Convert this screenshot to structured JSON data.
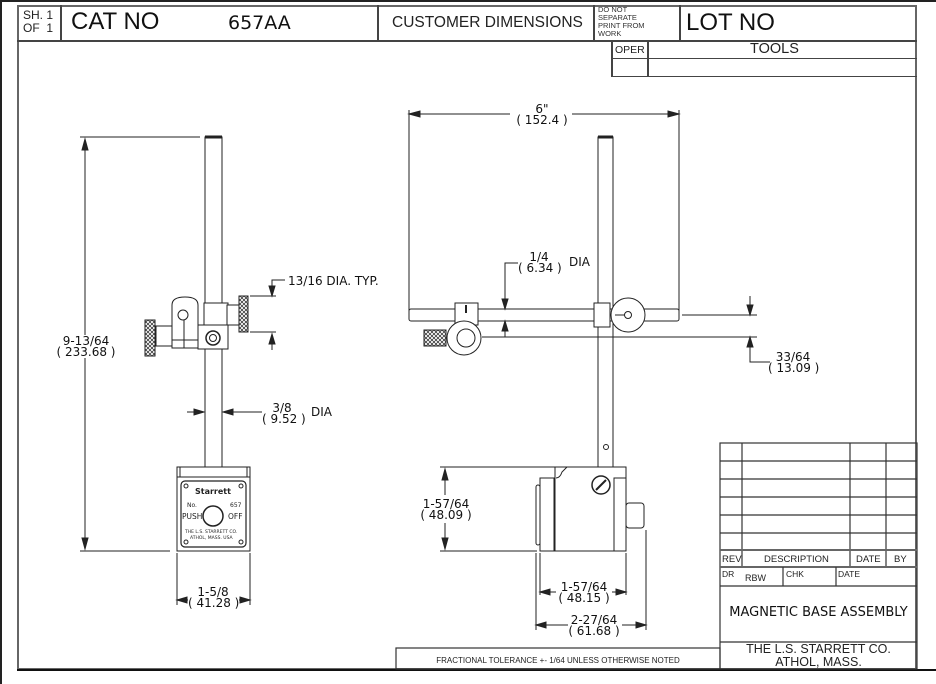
{
  "title_block_top": {
    "sheet_label": "SH.",
    "sheet_number": "1",
    "of_label": "OF",
    "sheet_total": "1",
    "cat_no_label": "CAT NO",
    "cat_no_value": "657AA",
    "customer_dimensions": "CUSTOMER DIMENSIONS",
    "do_not_separate": [
      "DO NOT",
      "SEPARATE",
      "PRINT FROM",
      "WORK"
    ],
    "lot_no_label": "LOT NO",
    "oper_label": "OPER",
    "tools_label": "TOOLS"
  },
  "front_view": {
    "overall_height": {
      "imperial": "9-13/64",
      "metric": "( 233.68 )"
    },
    "clamp_size": {
      "imperial": "13/16",
      "suffix": "DIA. TYP."
    },
    "rod_diameter": {
      "imperial": "3/8",
      "metric": "( 9.52 )",
      "suffix": "DIA"
    },
    "base_width": {
      "imperial": "1-5/8",
      "metric": "( 41.28 )"
    },
    "nameplate": {
      "brand": "Starrett",
      "no_label": "No.",
      "model": "657",
      "push_label": "PUSH",
      "off_label": "OFF",
      "maker": "THE L.S. STARRETT CO.",
      "location": "ATHOL, MASS. USA"
    }
  },
  "side_view": {
    "arm_length": {
      "imperial": "6\"",
      "metric": "( 152.4 )"
    },
    "arm_diameter": {
      "imperial": "1/4",
      "metric": "( 6.34 )",
      "suffix": "DIA"
    },
    "offset": {
      "imperial": "33/64",
      "metric": "( 13.09 )"
    },
    "base_height": {
      "imperial": "1-57/64",
      "metric": "( 48.09 )"
    },
    "base_length": {
      "imperial": "1-57/64",
      "metric": "( 48.15 )"
    },
    "overall_length": {
      "imperial": "2-27/64",
      "metric": "( 61.68 )"
    }
  },
  "revision_block": {
    "rows": 6,
    "headers": [
      "REV",
      "DESCRIPTION",
      "DATE",
      "BY"
    ],
    "dr_label": "DR",
    "dr_value": "RBW",
    "chk_label": "CHK",
    "date_label": "DATE",
    "drawing_title": "MAGNETIC BASE ASSEMBLY",
    "company": "THE L.S. STARRETT CO.",
    "company_location": "ATHOL, MASS."
  },
  "tolerance_note": "FRACTIONAL TOLERANCE  +- 1/64 UNLESS OTHERWISE NOTED"
}
